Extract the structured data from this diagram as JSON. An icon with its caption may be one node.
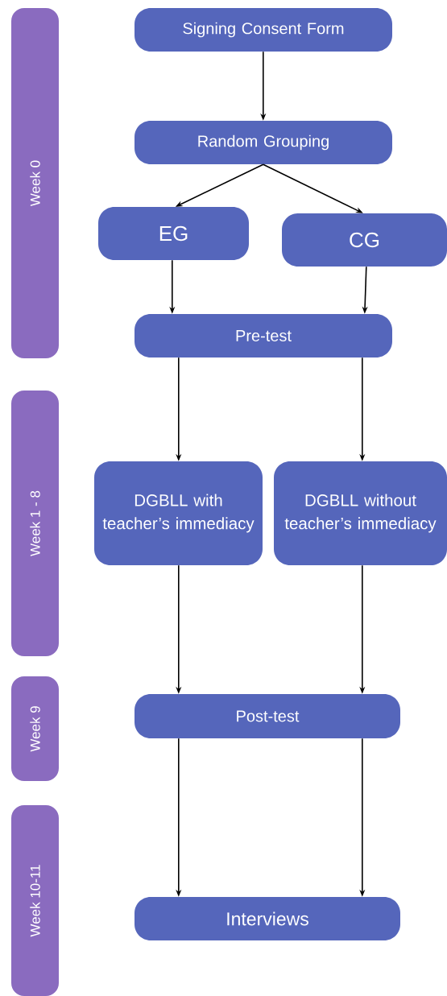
{
  "diagram": {
    "nodes": [
      {
        "text": [
          "Signing Consent Form"
        ]
      },
      {
        "text": [
          "Random Grouping"
        ]
      },
      {
        "text": [
          "EG"
        ]
      },
      {
        "text": [
          "CG"
        ]
      },
      {
        "text": [
          "Pre-test"
        ]
      },
      {
        "text": [
          "DGBLL with teacher’s immediacy"
        ]
      },
      {
        "text": [
          "DGBLL without teacher’s immediacy"
        ]
      },
      {
        "text": [
          "Post-test"
        ]
      },
      {
        "text": [
          "Interviews"
        ]
      },
      {
        "text": [
          "Week 0"
        ]
      },
      {
        "text": [
          "Week 1 - 8"
        ]
      },
      {
        "text": [
          "Week 9"
        ]
      },
      {
        "text": [
          "Week 10-11"
        ]
      }
    ],
    "edges": [
      {
        "from": 0,
        "to": 1,
        "arrow": "to"
      },
      {
        "from": 1,
        "to": 2,
        "arrow": "to"
      },
      {
        "from": 1,
        "to": 3,
        "arrow": "to"
      },
      {
        "from": 2,
        "to": 4,
        "arrow": "to"
      },
      {
        "from": 3,
        "to": 4,
        "arrow": "to"
      },
      {
        "from": 4,
        "to": 5,
        "arrow": "to"
      },
      {
        "from": 4,
        "to": 6,
        "arrow": "to"
      },
      {
        "from": 5,
        "to": 7,
        "arrow": "to"
      },
      {
        "from": 6,
        "to": 7,
        "arrow": "to"
      },
      {
        "from": 7,
        "to": 8,
        "arrow": "to"
      },
      {
        "from": 7,
        "to": 8,
        "arrow": "to"
      }
    ]
  }
}
